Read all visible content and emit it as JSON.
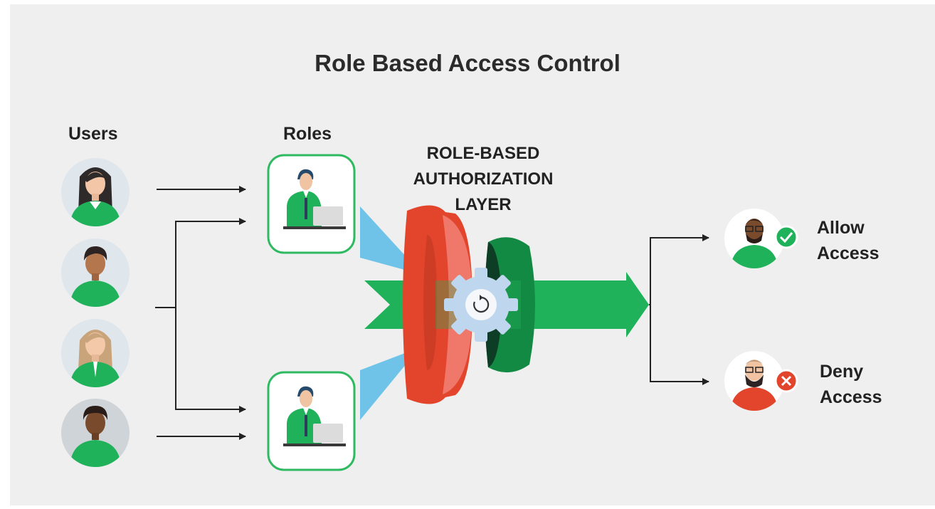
{
  "title": "Role Based Access Control",
  "users": {
    "label": "Users",
    "items": [
      {
        "icon": "female-user-icon"
      },
      {
        "icon": "male-user-icon"
      },
      {
        "icon": "female-blonde-user-icon"
      },
      {
        "icon": "male-dark-user-icon"
      }
    ]
  },
  "roles": {
    "label": "Roles",
    "items": [
      {
        "icon": "role-worker-laptop-icon"
      },
      {
        "icon": "role-worker-laptop-icon"
      }
    ]
  },
  "auth_layer": {
    "line1": "ROLE-BASED",
    "line2": "AUTHORIZATION",
    "line3": "LAYER",
    "icon": "gear-refresh-icon"
  },
  "outcomes": {
    "allow": {
      "line1": "Allow",
      "line2": "Access",
      "icon": "check-badge-icon"
    },
    "deny": {
      "line1": "Deny",
      "line2": "Access",
      "icon": "cross-badge-icon"
    }
  },
  "colors": {
    "green": "#1fb25a",
    "dark_green": "#138a43",
    "red": "#e2452c",
    "light_blue": "#6fc3e8",
    "gear": "#bfd7ee",
    "background": "#efefef"
  }
}
